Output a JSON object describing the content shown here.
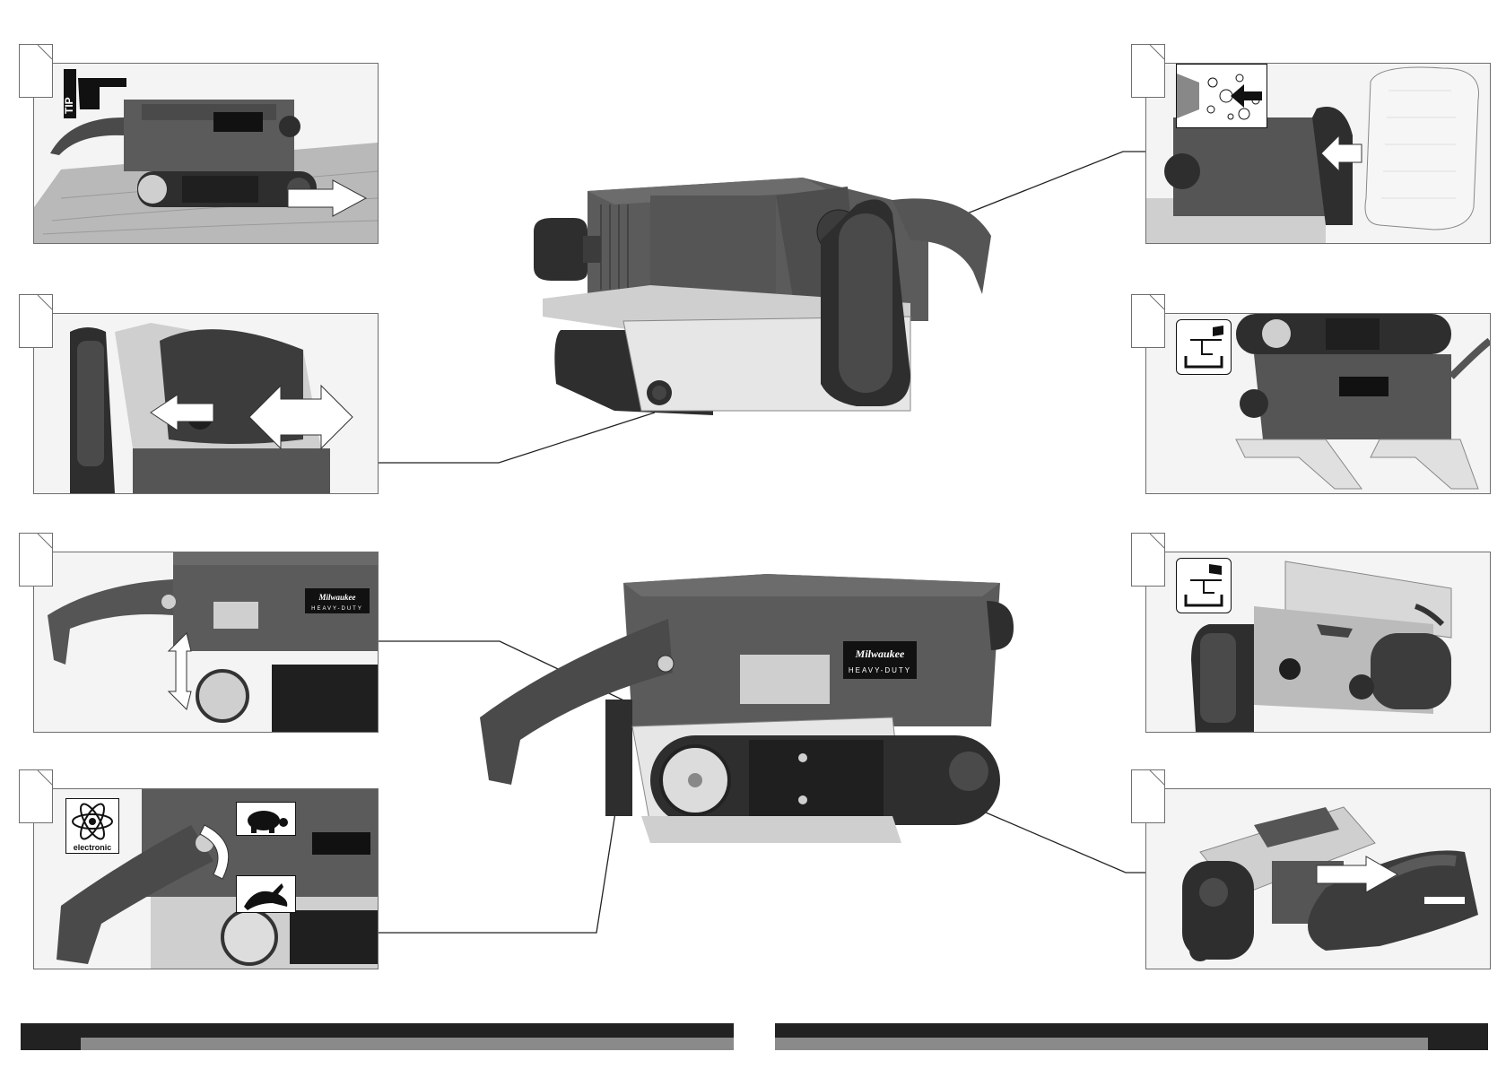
{
  "brand": {
    "name": "Milwaukee",
    "line": "HEAVY-DUTY"
  },
  "tip_label": "TIP",
  "electronic_label": "electronic",
  "colors": {
    "tool_body": "#5b5b5b",
    "tool_dark": "#2e2e2e",
    "tool_light": "#cfcfcf",
    "frame": "#6e6e6e",
    "footer_dark": "#222222",
    "footer_gray": "#8a8a8a"
  },
  "icons": [
    "tip-hand-icon",
    "electronic-atom-icon",
    "turtle-slow-icon",
    "rabbit-fast-icon",
    "dust-particles-icon",
    "clamp-stand-icon",
    "clamp-guide-icon",
    "arrow-icon"
  ]
}
